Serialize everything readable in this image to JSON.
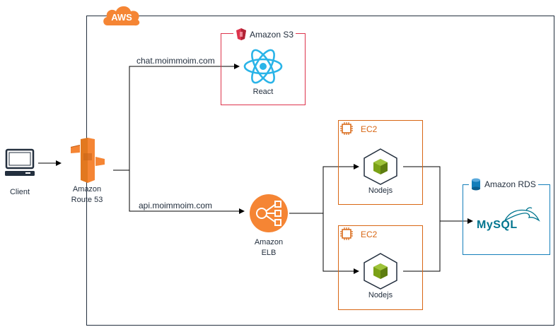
{
  "aws_group": {
    "badge": "AWS"
  },
  "client": {
    "label": "Client"
  },
  "route53": {
    "label_line1": "Amazon",
    "label_line2": "Route 53"
  },
  "edges": {
    "chat_domain": "chat.moimmoim.com",
    "api_domain": "api.moimmoim.com"
  },
  "s3_group": {
    "title": "Amazon S3",
    "app_label": "React"
  },
  "elb": {
    "label_line1": "Amazon",
    "label_line2": "ELB"
  },
  "ec2_groups": [
    {
      "title": "EC2",
      "app_label": "Nodejs"
    },
    {
      "title": "EC2",
      "app_label": "Nodejs"
    }
  ],
  "rds_group": {
    "title": "Amazon RDS",
    "db_logo_text": "MySQL"
  },
  "colors": {
    "aws_orange": "#f58534",
    "s3_red": "#dd344c",
    "ec2_orange": "#d86613",
    "rds_blue": "#147eba",
    "node_green": "#7aa116",
    "mysql_blue": "#00758f",
    "mysql_orange": "#f29111"
  }
}
